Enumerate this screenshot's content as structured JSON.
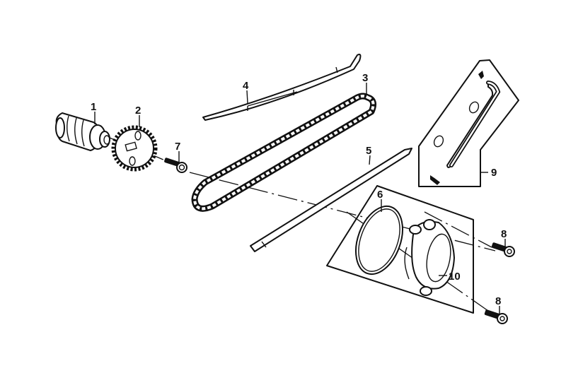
{
  "diagram": {
    "type": "exploded-parts-diagram",
    "subject": "camshaft and cam chain assembly",
    "colors": {
      "line": "#111111",
      "background": "#ffffff"
    },
    "callouts": [
      {
        "id": "1",
        "label": "1",
        "part": "camshaft"
      },
      {
        "id": "2",
        "label": "2",
        "part": "cam sprocket"
      },
      {
        "id": "3",
        "label": "3",
        "part": "cam chain"
      },
      {
        "id": "4",
        "label": "4",
        "part": "chain tensioner slipper"
      },
      {
        "id": "5",
        "label": "5",
        "part": "chain guide"
      },
      {
        "id": "6",
        "label": "6",
        "part": "o-ring"
      },
      {
        "id": "7",
        "label": "7",
        "part": "sprocket bolt"
      },
      {
        "id": "8a",
        "label": "8",
        "part": "flange bolt (upper)"
      },
      {
        "id": "8b",
        "label": "8",
        "part": "flange bolt (lower)"
      },
      {
        "id": "9",
        "label": "9",
        "part": "tensioner lifter kit"
      },
      {
        "id": "10",
        "label": "10",
        "part": "chain tensioner lifter"
      }
    ]
  }
}
